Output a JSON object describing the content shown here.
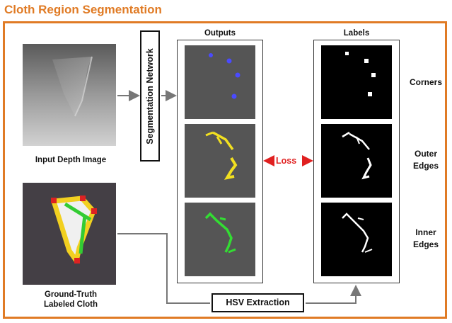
{
  "title": "Cloth Region Segmentation",
  "input_label": "Input Depth Image",
  "groundtruth_label_line1": "Ground-Truth",
  "groundtruth_label_line2": "Labeled Cloth",
  "network_label": "Segmentation Network",
  "outputs_header": "Outputs",
  "labels_header": "Labels",
  "loss_label": "Loss",
  "hsv_label": "HSV Extraction",
  "rows": [
    {
      "line1": "Corners",
      "line2": ""
    },
    {
      "line1": "Outer",
      "line2": "Edges"
    },
    {
      "line1": "Inner",
      "line2": "Edges"
    }
  ],
  "colors": {
    "accent": "#e07b25",
    "loss": "#e02020",
    "corners_pred": "#4a4aff",
    "outer_pred": "#f2e020",
    "inner_pred": "#33dd33"
  }
}
